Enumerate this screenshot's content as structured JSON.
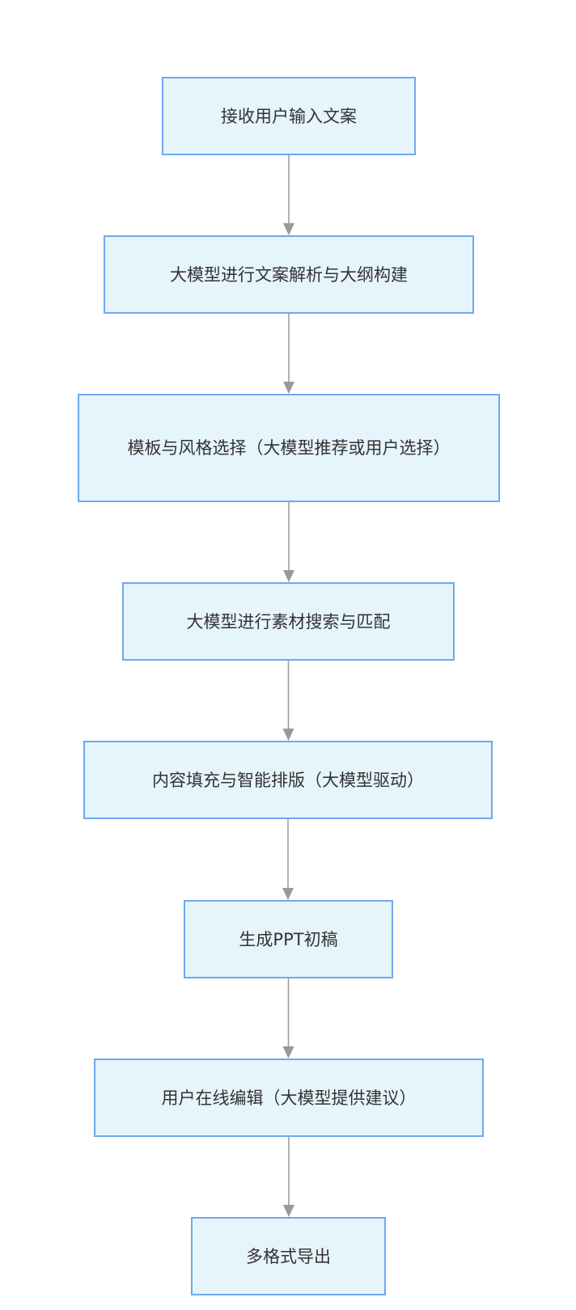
{
  "diagram": {
    "type": "flowchart",
    "direction": "top-to-bottom",
    "colors": {
      "node_fill": "#e6f4fb",
      "node_border": "#6fa8ef",
      "edge": "#999999",
      "text": "#333333"
    },
    "nodes": [
      {
        "id": "n1",
        "label": "接收用户输入文案"
      },
      {
        "id": "n2",
        "label": "大模型进行文案解析与大纲构建"
      },
      {
        "id": "n3",
        "label": "模板与风格选择（大模型推荐或用户选择）"
      },
      {
        "id": "n4",
        "label": "大模型进行素材搜索与匹配"
      },
      {
        "id": "n5",
        "label": "内容填充与智能排版（大模型驱动）"
      },
      {
        "id": "n6",
        "label": "生成PPT初稿"
      },
      {
        "id": "n7",
        "label": "用户在线编辑（大模型提供建议）"
      },
      {
        "id": "n8",
        "label": "多格式导出"
      }
    ],
    "edges": [
      {
        "from": "n1",
        "to": "n2"
      },
      {
        "from": "n2",
        "to": "n3"
      },
      {
        "from": "n3",
        "to": "n4"
      },
      {
        "from": "n4",
        "to": "n5"
      },
      {
        "from": "n5",
        "to": "n6"
      },
      {
        "from": "n6",
        "to": "n7"
      },
      {
        "from": "n7",
        "to": "n8"
      }
    ]
  }
}
